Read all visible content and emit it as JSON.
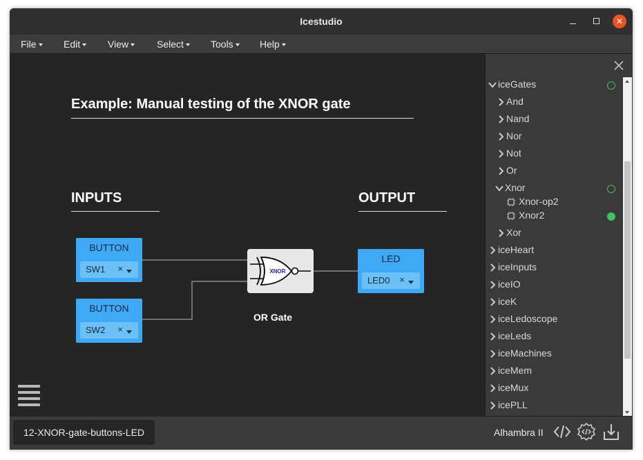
{
  "window": {
    "title": "Icestudio"
  },
  "menu": [
    "File",
    "Edit",
    "View",
    "Select",
    "Tools",
    "Help"
  ],
  "canvas": {
    "heading": "Example: Manual testing of the XNOR gate",
    "inputs_label": "INPUTS",
    "output_label": "OUTPUT",
    "blocks": {
      "button1": {
        "label": "BUTTON",
        "value": "SW1"
      },
      "button2": {
        "label": "BUTTON",
        "value": "SW2"
      },
      "led": {
        "label": "LED",
        "value": "LED0"
      }
    },
    "gate": {
      "symbol_text": "XNOR",
      "caption": "OR Gate"
    },
    "remove_symbol": "×"
  },
  "sidebar": {
    "items": [
      {
        "label": "iceGates",
        "expanded": true,
        "status": "empty"
      },
      {
        "label": "And"
      },
      {
        "label": "Nand"
      },
      {
        "label": "Nor"
      },
      {
        "label": "Not"
      },
      {
        "label": "Or"
      },
      {
        "label": "Xnor",
        "expanded": true,
        "status": "empty"
      },
      {
        "label": "Xnor-op2"
      },
      {
        "label": "Xnor2",
        "status": "full"
      },
      {
        "label": "Xor"
      },
      {
        "label": "iceHeart"
      },
      {
        "label": "iceInputs"
      },
      {
        "label": "iceIO"
      },
      {
        "label": "iceK"
      },
      {
        "label": "iceLedoscope"
      },
      {
        "label": "iceLeds"
      },
      {
        "label": "iceMachines"
      },
      {
        "label": "iceMem"
      },
      {
        "label": "iceMux"
      },
      {
        "label": "icePLL"
      }
    ]
  },
  "statusbar": {
    "file_name": "12-XNOR-gate-buttons-LED",
    "board": "Alhambra II"
  },
  "colors": {
    "block_blue": "#3fa9f5",
    "accent_close": "#e95420",
    "status_green": "#40c060",
    "canvas_bg": "#252525"
  }
}
